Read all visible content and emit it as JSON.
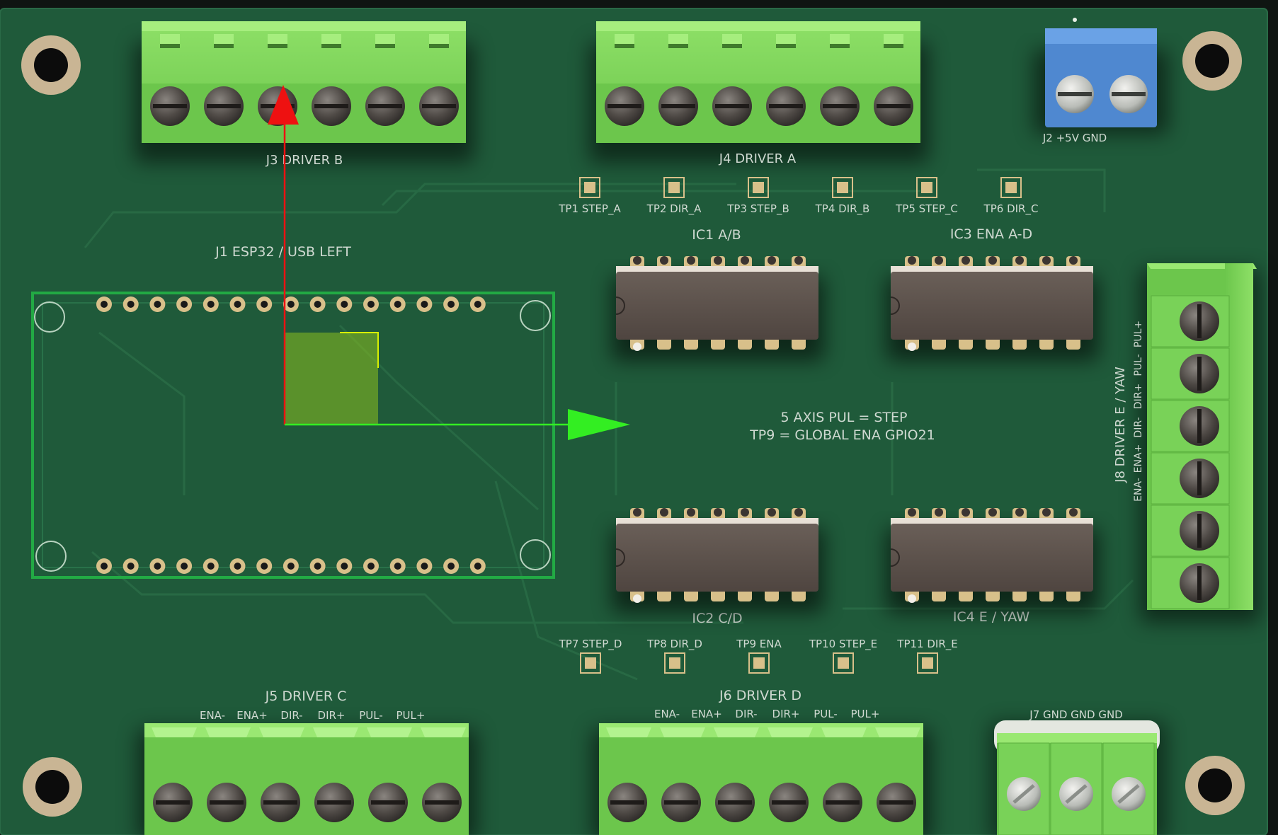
{
  "viewer": {
    "colors": {
      "background": "#0f1512",
      "board": "#1f5a3a",
      "silkscreen": "#cfd9d1",
      "terminal_green": "#7fd45a",
      "terminal_blue": "#4f88d0",
      "ic_body": "#5a4f48",
      "pad_gold": "#d8c08a",
      "gizmo_x": "#33ee22",
      "gizmo_y": "#ee1111",
      "selection_outline": "#22aa44"
    },
    "icons": {
      "move_gizmo": "translate-arrows-icon",
      "screw": "screw-slot-icon"
    }
  },
  "board": {
    "connectors": {
      "j3": {
        "label": "J3 DRIVER B"
      },
      "j4": {
        "label": "J4 DRIVER A"
      },
      "j2": {
        "label": "J2  +5V   GND"
      },
      "j5": {
        "label": "J5 DRIVER C",
        "pins": [
          "ENA-",
          "ENA+",
          "DIR-",
          "DIR+",
          "PUL-",
          "PUL+"
        ]
      },
      "j6": {
        "label": "J6 DRIVER D",
        "pins": [
          "ENA-",
          "ENA+",
          "DIR-",
          "DIR+",
          "PUL-",
          "PUL+"
        ]
      },
      "j7": {
        "label": "J7 GND GND GND"
      },
      "j8": {
        "label": "J8 DRIVER E / YAW",
        "pins": [
          "PUL+",
          "PUL-",
          "DIR+",
          "DIR-",
          "ENA+",
          "ENA-"
        ]
      }
    },
    "modules": {
      "j1": {
        "label": "J1 ESP32 / USB LEFT"
      }
    },
    "ics": {
      "ic1": {
        "label": "IC1 A/B"
      },
      "ic2": {
        "label": "IC2 C/D"
      },
      "ic3": {
        "label": "IC3 ENA A-D"
      },
      "ic4": {
        "label": "IC4 E / YAW"
      }
    },
    "testpoints": {
      "top": [
        "TP1 STEP_A",
        "TP2 DIR_A",
        "TP3 STEP_B",
        "TP4 DIR_B",
        "TP5 STEP_C",
        "TP6 DIR_C"
      ],
      "bottom": [
        "TP7 STEP_D",
        "TP8 DIR_D",
        "TP9 ENA",
        "TP10 STEP_E",
        "TP11 DIR_E"
      ]
    },
    "notes": {
      "line1": "5 AXIS   PUL = STEP",
      "line2": "TP9 = GLOBAL ENA GPIO21"
    }
  }
}
